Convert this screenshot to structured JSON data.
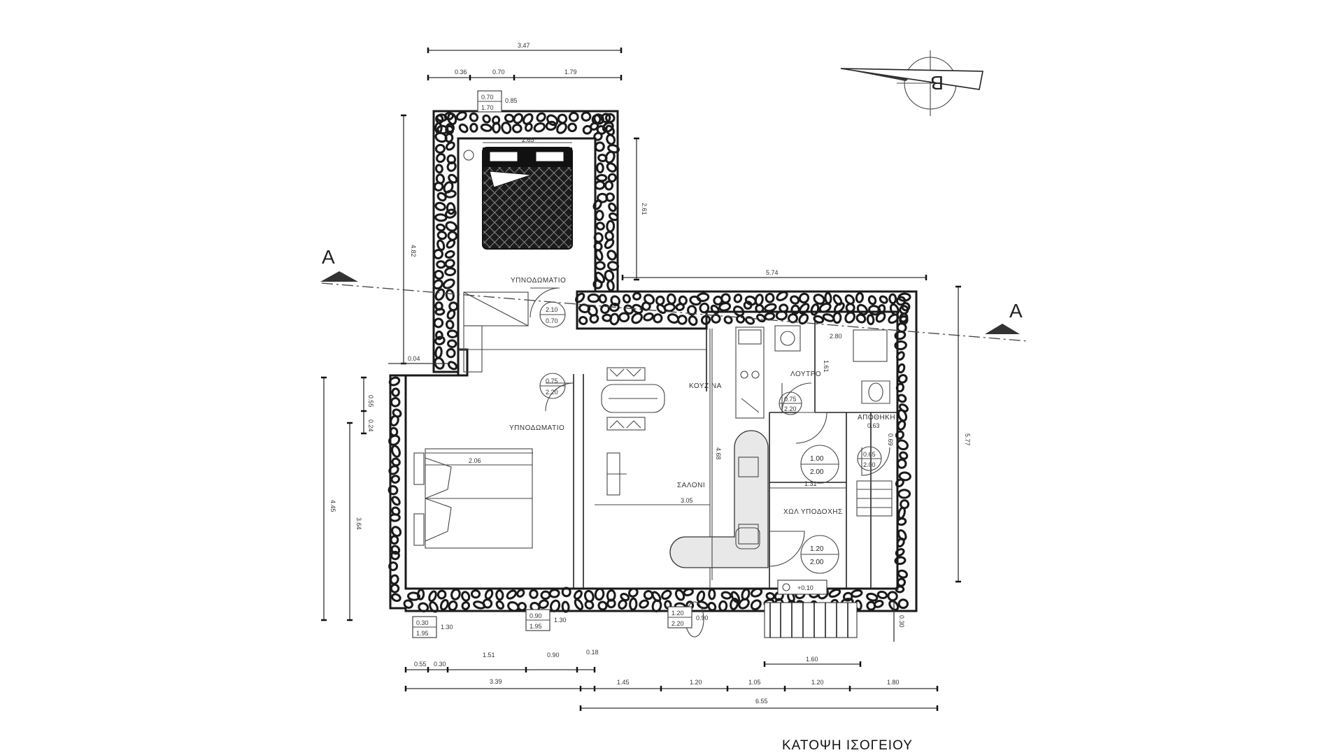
{
  "title": "ΚΑΤΟΨΗ ΙΣΟΓΕΙΟΥ",
  "north_label": "B",
  "section_marks": {
    "left": "A",
    "right": "A"
  },
  "rooms": {
    "bedroom_top": "ΥΠΝΟΔΩΜΑΤΙΟ",
    "bedroom_left": "ΥΠΝΟΔΩΜΑΤΙΟ",
    "kitchen": "ΚΟΥΖΙΝΑ",
    "living": "ΣΑΛΟΝΙ",
    "bath": "ΛΟΥΤΡΟ",
    "storage": "ΑΠΟΘΗΚΗ",
    "hall": "ΧΩΛ ΥΠΟΔΟΧΗΣ"
  },
  "openings": [
    {
      "top": "0.70",
      "bottom": "1.70",
      "side": "0.85"
    },
    {
      "top": "2.10",
      "bottom": "0.70"
    },
    {
      "top": "0.75",
      "bottom": "2.20"
    },
    {
      "top": "0.75",
      "bottom": "2.20"
    },
    {
      "top": "1.00",
      "bottom": "2.00"
    },
    {
      "top": "0.65",
      "bottom": "2.00"
    },
    {
      "top": "1.20",
      "bottom": "2.00"
    },
    {
      "top": "0.30",
      "bottom": "1.95",
      "side": "1.30"
    },
    {
      "top": "0.90",
      "bottom": "1.95",
      "side": "1.30"
    },
    {
      "top": "1.20",
      "bottom": "2.20",
      "side": "0.90"
    }
  ],
  "dimensions": {
    "top_total": "3.47",
    "top_parts": [
      "0.36",
      "0.70",
      "1.79"
    ],
    "bedroom_height": "4.82",
    "bedroom_inner": "2.61",
    "bed_width": "2.65",
    "right_wing_width": "5.74",
    "wall_small": "0.04",
    "left_parts": [
      "0.55",
      "0.24"
    ],
    "left_total": "4.45",
    "left_inner": "3.64",
    "right_total": "5.77",
    "right_small": "0.30",
    "bedroom_left_width": "2.06",
    "living_width": "3.05",
    "kitchen_depth": "4.68",
    "bath_width": "2.80",
    "bath_depth": "1.61",
    "storage_width": "0.63",
    "storage_depth": "0.69",
    "hall_width": "1.31",
    "floor_level": "+0.10",
    "steps_width": "1.60",
    "bottom_left_parts": [
      "0.55",
      "0.30",
      "1.51",
      "0.90",
      "0.18"
    ],
    "bottom_left_total": "3.39",
    "bottom_right_parts": [
      "1.45",
      "1.20",
      "1.05",
      "1.20",
      "1.80"
    ],
    "bottom_right_total": "6.55"
  }
}
